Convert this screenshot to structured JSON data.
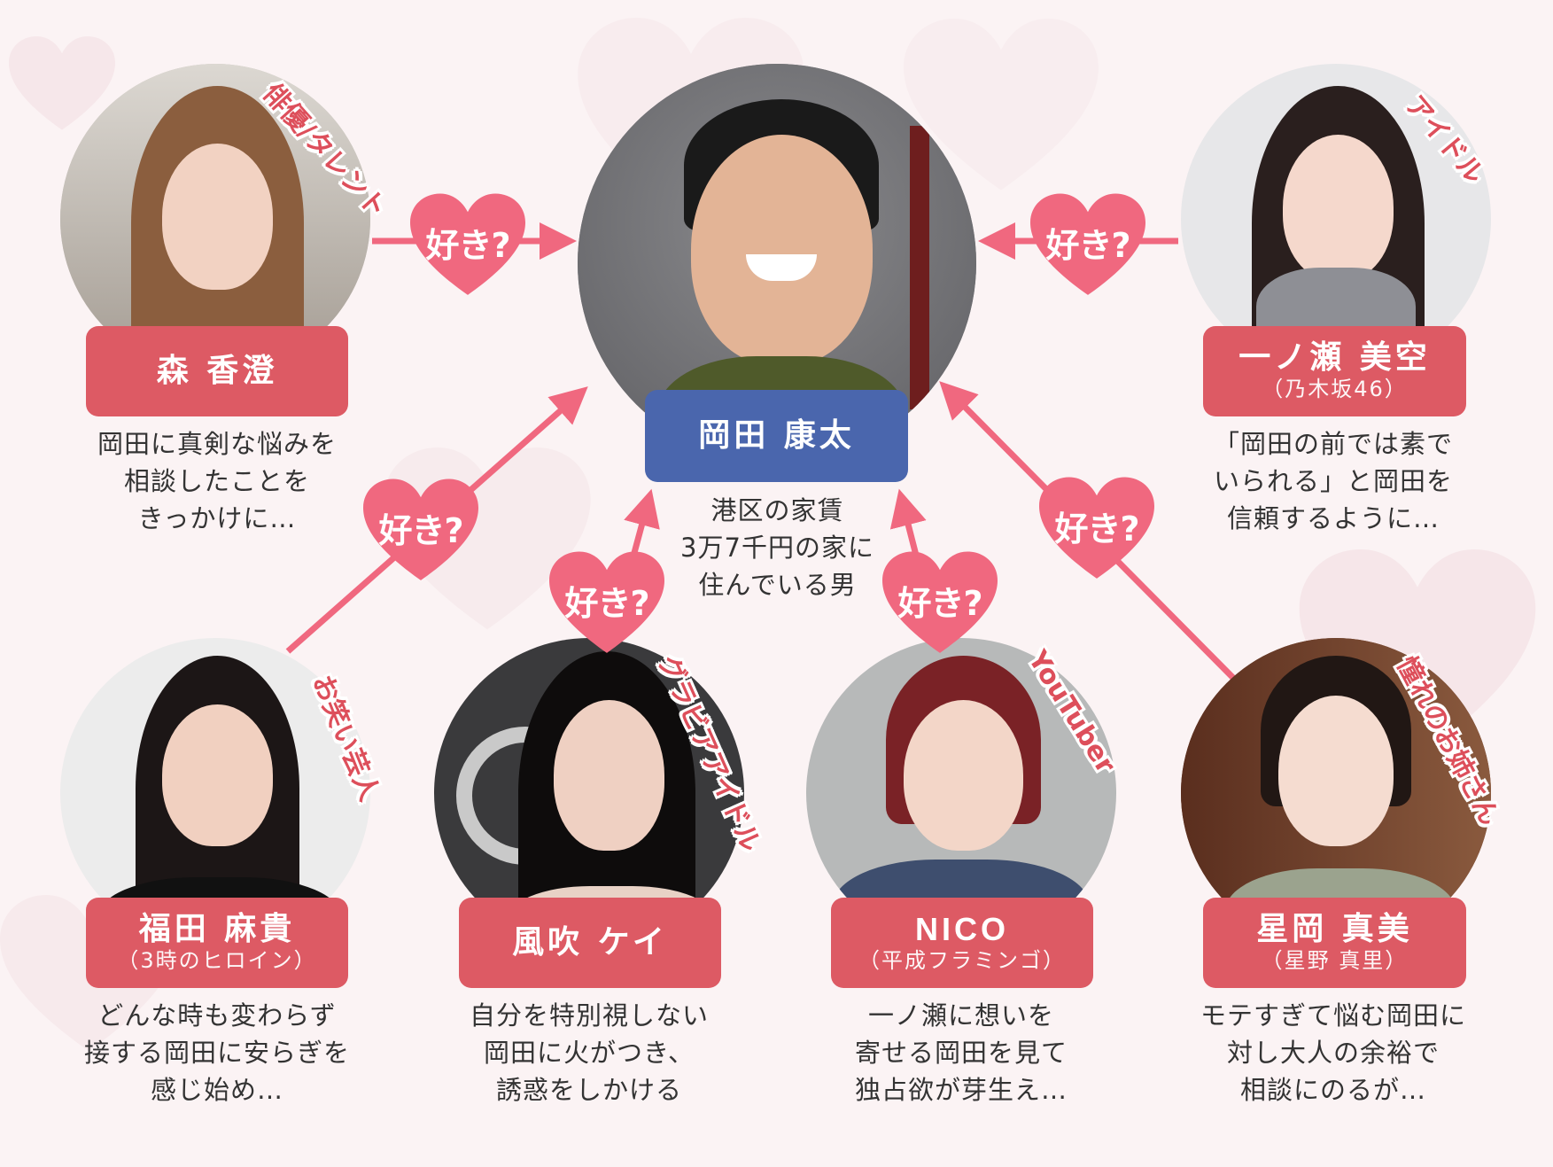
{
  "theme": {
    "background": "#fbf3f4",
    "accent_pink": "#f0687f",
    "name_box_red": "#dd5a64",
    "name_box_blue": "#4a66ad",
    "role_text": "#dd4f5b",
    "desc_text": "#333333"
  },
  "center": {
    "name": "岡田 康太",
    "description": "港区の家賃\n3万7千円の家に\n住んでいる男",
    "icon": "man-portrait-photo"
  },
  "badge_label": "好き?",
  "characters": [
    {
      "id": "mori",
      "name": "森 香澄",
      "subtitle": "",
      "role": "俳優/タレント",
      "description": "岡田に真剣な悩みを\n相談したことを\nきっかけに…",
      "icon": "woman-portrait-photo"
    },
    {
      "id": "ichinose",
      "name": "一ノ瀬 美空",
      "subtitle": "（乃木坂46）",
      "role": "アイドル",
      "description": "「岡田の前では素で\nいられる」と岡田を\n信頼するように…",
      "icon": "woman-portrait-photo"
    },
    {
      "id": "fukuda",
      "name": "福田 麻貴",
      "subtitle": "（3時のヒロイン）",
      "role": "お笑い芸人",
      "description": "どんな時も変わらず\n接する岡田に安らぎを\n感じ始め…",
      "icon": "woman-portrait-photo"
    },
    {
      "id": "kazabuki",
      "name": "風吹 ケイ",
      "subtitle": "",
      "role": "グラビアアイドル",
      "description": "自分を特別視しない\n岡田に火がつき、\n誘惑をしかける",
      "icon": "woman-portrait-photo"
    },
    {
      "id": "nico",
      "name": "NICO",
      "subtitle": "（平成フラミンゴ）",
      "role": "YouTuber",
      "description": "一ノ瀬に想いを\n寄せる岡田を見て\n独占欲が芽生え…",
      "icon": "woman-portrait-photo"
    },
    {
      "id": "hoshioka",
      "name": "星岡 真美",
      "subtitle": "（星野 真里）",
      "role": "憧れのお姉さん",
      "description": "モテすぎて悩む岡田に\n対し大人の余裕で\n相談にのるが…",
      "icon": "woman-portrait-photo"
    }
  ]
}
